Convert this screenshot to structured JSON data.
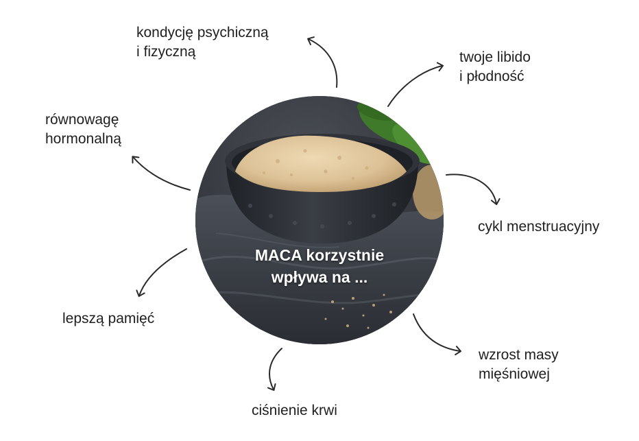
{
  "center": {
    "line1": "MACA korzystnie",
    "line2": "wpływa na ..."
  },
  "benefits": {
    "psyche": {
      "line1": "kondycję psychiczną",
      "line2": "i fizyczną"
    },
    "libido": {
      "line1": "twoje libido",
      "line2": "i płodność"
    },
    "hormones": {
      "line1": "równowagę",
      "line2": "hormonalną"
    },
    "cycle": {
      "line1": "cykl menstruacyjny"
    },
    "memory": {
      "line1": "lepszą pamięć"
    },
    "muscle": {
      "line1": "wzrost masy",
      "line2": "mięśniowej"
    },
    "pressure": {
      "line1": "ciśnienie krwi"
    }
  },
  "colors": {
    "text": "#1f1f1f",
    "arrow": "#2a2a2a",
    "powder": "#d9bf94",
    "bowl": "#2b2e33"
  },
  "image": {
    "subject": "bowl of maca powder on dark cloth"
  }
}
